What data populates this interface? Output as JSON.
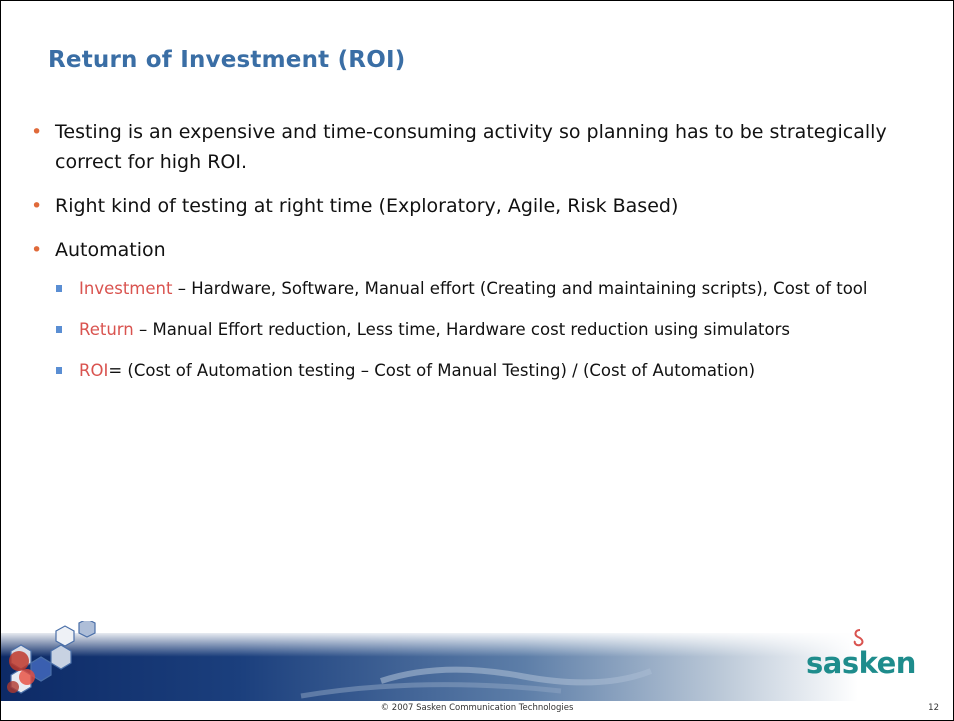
{
  "slide": {
    "title": "Return of Investment (ROI)",
    "bullets": [
      "Testing is an expensive and time-consuming activity so planning has to be strategically correct for high ROI.",
      "Right kind of testing at right time (Exploratory, Agile, Risk Based)",
      "Automation"
    ],
    "sub_bullets": [
      {
        "highlight": "Investment",
        "text": " – Hardware, Software, Manual effort (Creating and maintaining scripts), Cost of tool"
      },
      {
        "highlight": "Return",
        "text": " – Manual Effort reduction, Less time, Hardware cost reduction using simulators"
      },
      {
        "highlight": "ROI",
        "text": "= (Cost of Automation testing – Cost of Manual Testing) / (Cost of Automation)"
      }
    ]
  },
  "footer": {
    "copyright": "© 2007 Sasken Communication Technologies",
    "page_number": "12",
    "logo_text": "sasken"
  },
  "colors": {
    "title": "#3a6ea5",
    "bullet_dot": "#e06a3a",
    "sub_bullet_square": "#5a8ed3",
    "highlight": "#d9534f",
    "logo": "#1e8c8c"
  }
}
